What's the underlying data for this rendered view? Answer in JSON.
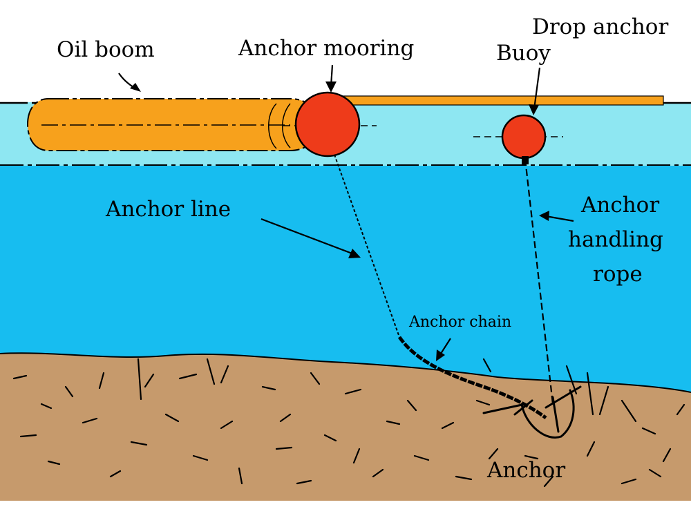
{
  "labels": {
    "oil_boom": "Oil boom",
    "anchor_mooring": "Anchor mooring",
    "drop_anchor": "Drop anchor",
    "buoy": "Buoy",
    "anchor_line": "Anchor line",
    "anchor_handling_rope": [
      "Anchor",
      "handling",
      "rope"
    ],
    "anchor_chain": "Anchor chain",
    "anchor": "Anchor"
  },
  "colors": {
    "surface_water": "#8ee7f2",
    "deep_water": "#17bdf0",
    "seabed": "#c69a6c",
    "oil_boom": "#f7a11c",
    "float_red": "#ee3b1a",
    "ink": "#000000"
  }
}
